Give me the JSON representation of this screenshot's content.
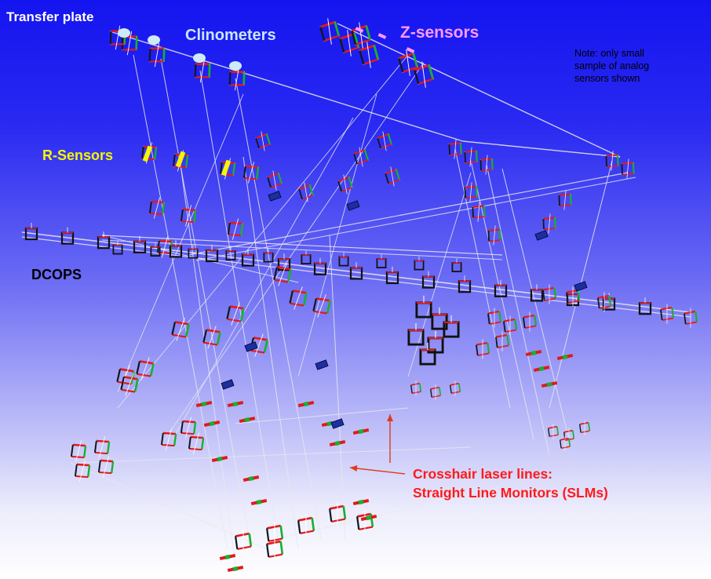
{
  "labels": {
    "transfer_plate": "Transfer plate",
    "clinometers": "Clinometers",
    "z_sensors": "Z-sensors",
    "r_sensors": "R-Sensors",
    "dcops": "DCOPS"
  },
  "note": {
    "lines": [
      "Note: only small",
      "sample of analog",
      "sensors shown"
    ]
  },
  "slm_callout": {
    "lines": [
      "Crosshair laser lines:",
      "Straight Line Monitors (SLMs)"
    ]
  },
  "colors": {
    "background_top": "#1414f0",
    "background_bottom": "#ffffff",
    "transfer_plate": "#ffffff",
    "clinometers": "#c9e6ff",
    "z_sensors": "#ff99ff",
    "r_sensors": "#f6f600",
    "dcops": "#000000",
    "slm_callout": "#ff1a1a",
    "laser_lines": "#e8e8f0"
  }
}
